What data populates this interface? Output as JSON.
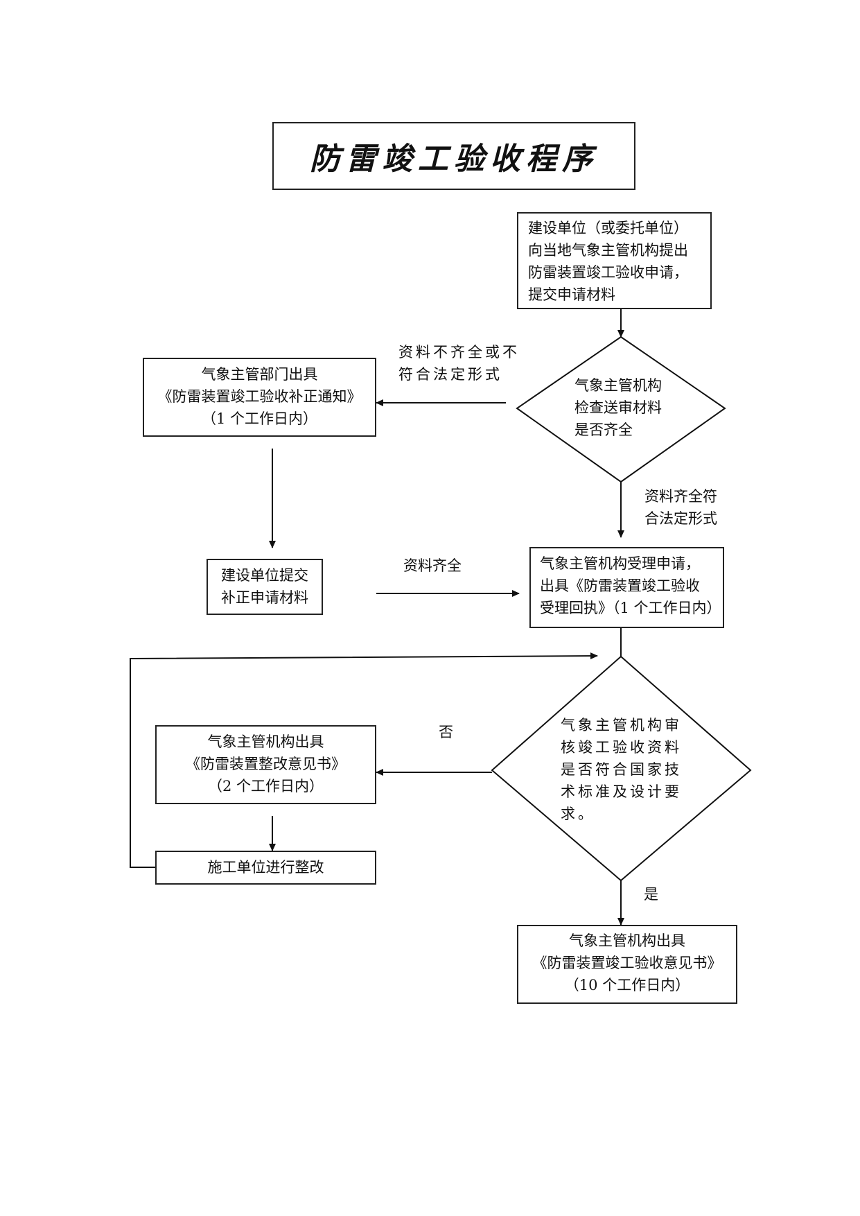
{
  "title": "防雷竣工验收程序",
  "nodes": {
    "apply": {
      "lines": [
        "建设单位（或委托单位）",
        "向当地气象主管机构提出",
        "防雷装置竣工验收申请，",
        "提交申请材料"
      ]
    },
    "check": {
      "lines": [
        "气象主管机构",
        "检查送审材料",
        "是否齐全"
      ]
    },
    "correction_notice": {
      "lines": [
        "气象主管部门出具",
        "《防雷装置竣工验收补正通知》",
        "（1 个工作日内）"
      ]
    },
    "resubmit": {
      "lines": [
        "建设单位提交",
        "补正申请材料"
      ]
    },
    "accept": {
      "lines": [
        "气象主管机构受理申请，",
        "出具《防雷装置竣工验收",
        "受理回执》（1 个工作日内）"
      ]
    },
    "review": {
      "lines": [
        "气象主管机构审",
        "核竣工验收资料",
        "是否符合国家技",
        "术标准及设计要",
        "求。"
      ]
    },
    "rectify_notice": {
      "lines": [
        "气象主管机构出具",
        "《防雷装置整改意见书》",
        "（2 个工作日内）"
      ]
    },
    "rectify": {
      "lines": [
        "施工单位进行整改"
      ]
    },
    "final_opinion": {
      "lines": [
        "气象主管机构出具",
        "《防雷装置竣工验收意见书》",
        "（10 个工作日内）"
      ]
    }
  },
  "edge_labels": {
    "incomplete": [
      "资料不齐全或不",
      "符合法定形式"
    ],
    "complete_legal": [
      "资料齐全符",
      "合法定形式"
    ],
    "complete": "资料齐全",
    "no": "否",
    "yes": "是"
  }
}
